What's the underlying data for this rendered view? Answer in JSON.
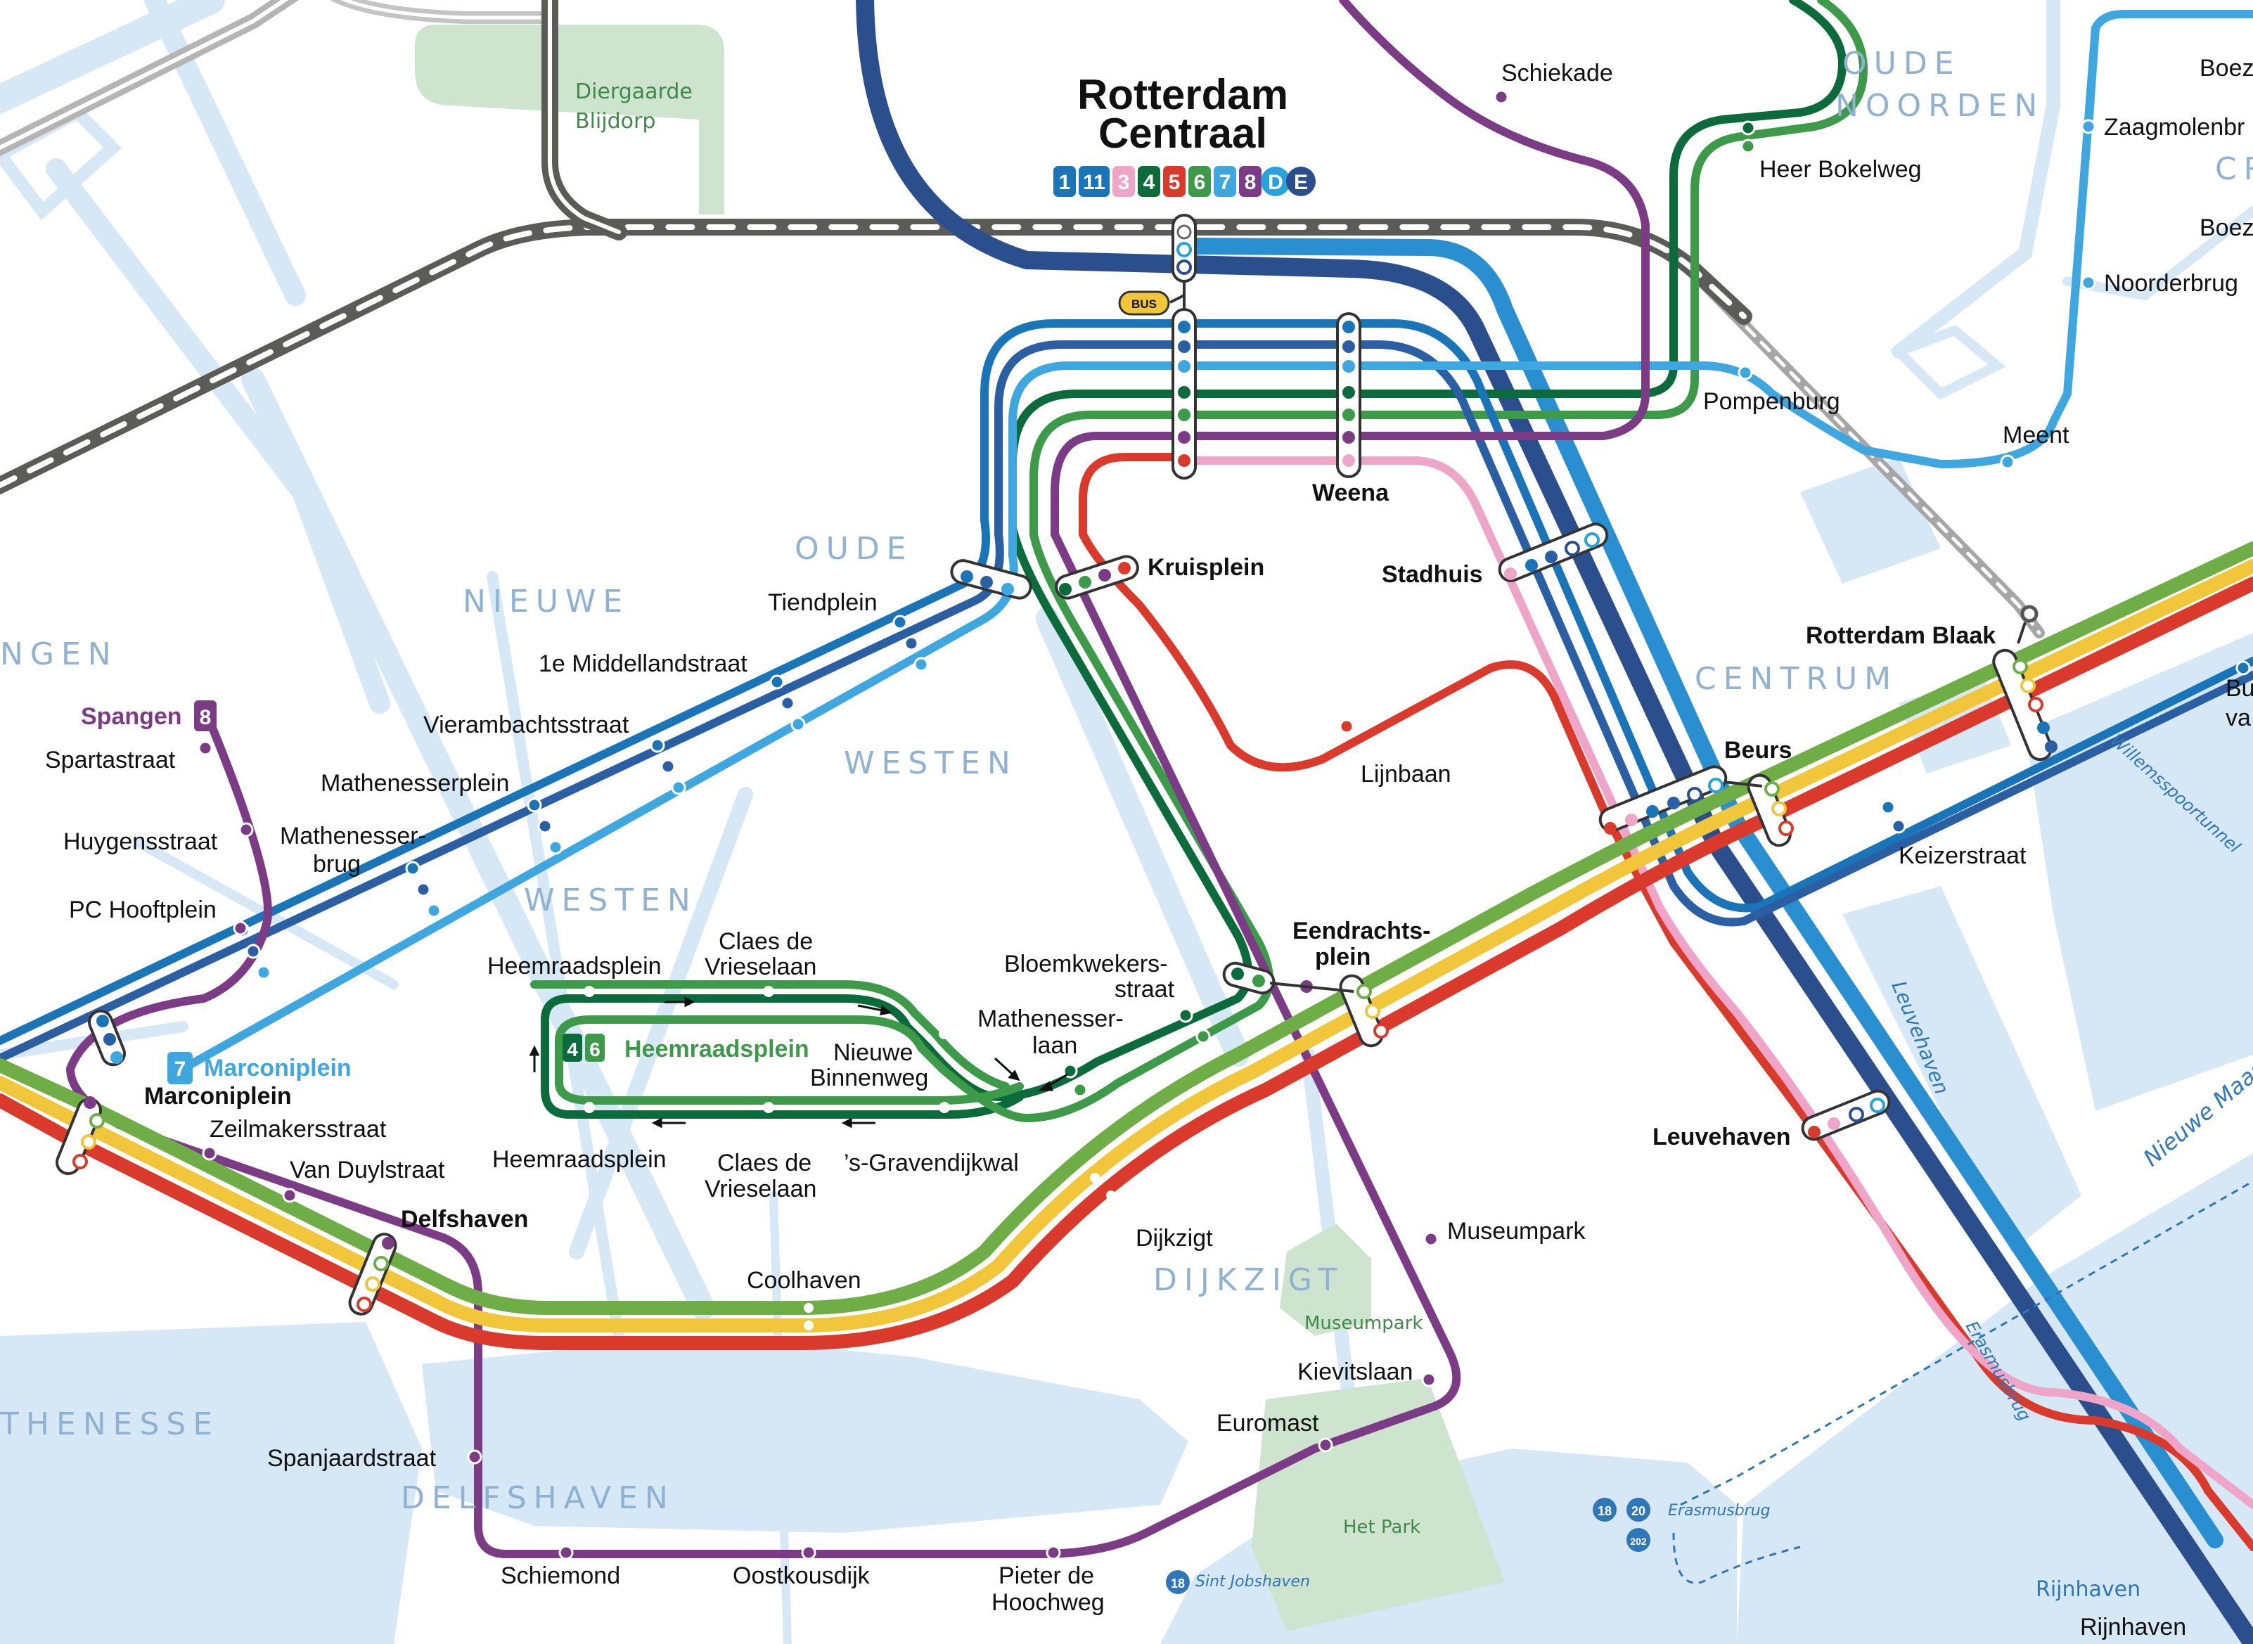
{
  "colors": {
    "line1": "#1a74b8",
    "line2": "#2b5fa3",
    "line3": "#eea5c7",
    "line4": "#0b6b3a",
    "line5": "#d93a2b",
    "line6": "#3c9a49",
    "line7": "#3fa7e0",
    "line8": "#7b3c85",
    "lineD": "#26a3dc",
    "lineE": "#2a4f8c",
    "yellow": "#f2c63a",
    "lightgreen": "#6fad46",
    "rail": "#5b5b57",
    "water": "#d6e8f6",
    "park": "#cfe4cf"
  },
  "central_station": {
    "name_line1": "Rotterdam",
    "name_line2": "Centraal",
    "lines": [
      "1",
      "11",
      "3",
      "4",
      "5",
      "6",
      "7",
      "8",
      "D",
      "E"
    ],
    "bus": "BUS"
  },
  "districts": {
    "oude_noorden_1": "OUDE",
    "oude_noorden_2": "NOORDEN",
    "oude_westen_1": "OUDE",
    "oude_westen_2": "WESTEN",
    "nieuwe_westen_1": "NIEUWE",
    "nieuwe_westen_2": "WESTEN",
    "spangen": "NGEN",
    "centrum": "CENTRUM",
    "cr": "CR",
    "dijkzigt": "DIJKZIGT",
    "delfshaven": "DELFSHAVEN",
    "bospolder": "THENESSE"
  },
  "parks": {
    "diergaarde_1": "Diergaarde",
    "diergaarde_2": "Blijdorp",
    "museumpark": "Museumpark",
    "het_park": "Het Park"
  },
  "water": {
    "leuvehaven": "Leuvehaven",
    "nieuwe_maas": "Nieuwe Maas",
    "rijnhaven": "Rijnhaven",
    "willemsspoortunnel": "Willemsspoortunnel",
    "erasmusbrug_lbl": "Erasmusbrug",
    "ferry_erasmus": "Erasmusbrug",
    "ferry_sint": "Sint Jobshaven",
    "ferry_18": "18",
    "ferry_20": "20",
    "ferry_202": "202"
  },
  "stations": {
    "schiekade": "Schiekade",
    "heer_bokelweg": "Heer Bokelweg",
    "pompenburg": "Pompenburg",
    "meent": "Meent",
    "boez1": "Boez",
    "zaagmolenbr": "Zaagmolenbr",
    "boez2": "Boez",
    "noorderbrug": "Noorderbrug",
    "rotterdam_blaak": "Rotterdam Blaak",
    "bu1": "Bu",
    "bu2": "va",
    "weena": "Weena",
    "stadhuis": "Stadhuis",
    "kruisplein": "Kruisplein",
    "tiendplein": "Tiendplein",
    "middellandstraat": "1e Middellandstraat",
    "vierambachtsstraat": "Vierambachtsstraat",
    "mathenesserplein": "Mathenesserplein",
    "mathenesserbrug_1": "Mathenesser-",
    "mathenesserbrug_2": "brug",
    "spangen": "Spangen",
    "spangen_line": "8",
    "spartastraat": "Spartastraat",
    "huygensstraat": "Huygensstraat",
    "pc_hooftplein": "PC Hooftplein",
    "marconiplein_terminus": "Marconiplein",
    "marconiplein_terminus_line": "7",
    "marconiplein": "Marconiplein",
    "zeilmakersstraat": "Zeilmakersstraat",
    "van_duylstraat": "Van Duylstraat",
    "delfshaven": "Delfshaven",
    "coolhaven": "Coolhaven",
    "dijkzigt": "Dijkzigt",
    "lijnbaan": "Lijnbaan",
    "beurs": "Beurs",
    "keizerstraat": "Keizerstraat",
    "eendrachtsplein_1": "Eendrachts-",
    "eendrachtsplein_2": "plein",
    "bloemkwekersstraat_1": "Bloemkwekers-",
    "bloemkwekersstraat_2": "straat",
    "mathenesserlaan_1": "Mathenesser-",
    "mathenesserlaan_2": "laan",
    "heemraadsplein_top": "Heemraadsplein",
    "claes_top_1": "Claes de",
    "claes_top_2": "Vrieselaan",
    "nieuwe_binnenweg_1": "Nieuwe",
    "nieuwe_binnenweg_2": "Binnenweg",
    "heemraadsplein_bottom": "Heemraadsplein",
    "claes_bottom_1": "Claes de",
    "claes_bottom_2": "Vrieselaan",
    "gravendijkwal": "’s-Gravendijkwal",
    "loop_terminus": "Heemraadsplein",
    "loop_line_a": "4",
    "loop_line_b": "6",
    "leuvehaven": "Leuvehaven",
    "museumpark": "Museumpark",
    "kievitslaan": "Kievitslaan",
    "euromast": "Euromast",
    "spanjaardstraat": "Spanjaardstraat",
    "schiemond": "Schiemond",
    "oostkousdijk": "Oostkousdijk",
    "pieter_1": "Pieter de",
    "pieter_2": "Hoochweg",
    "rijnhaven_station": "Rijnhaven"
  }
}
